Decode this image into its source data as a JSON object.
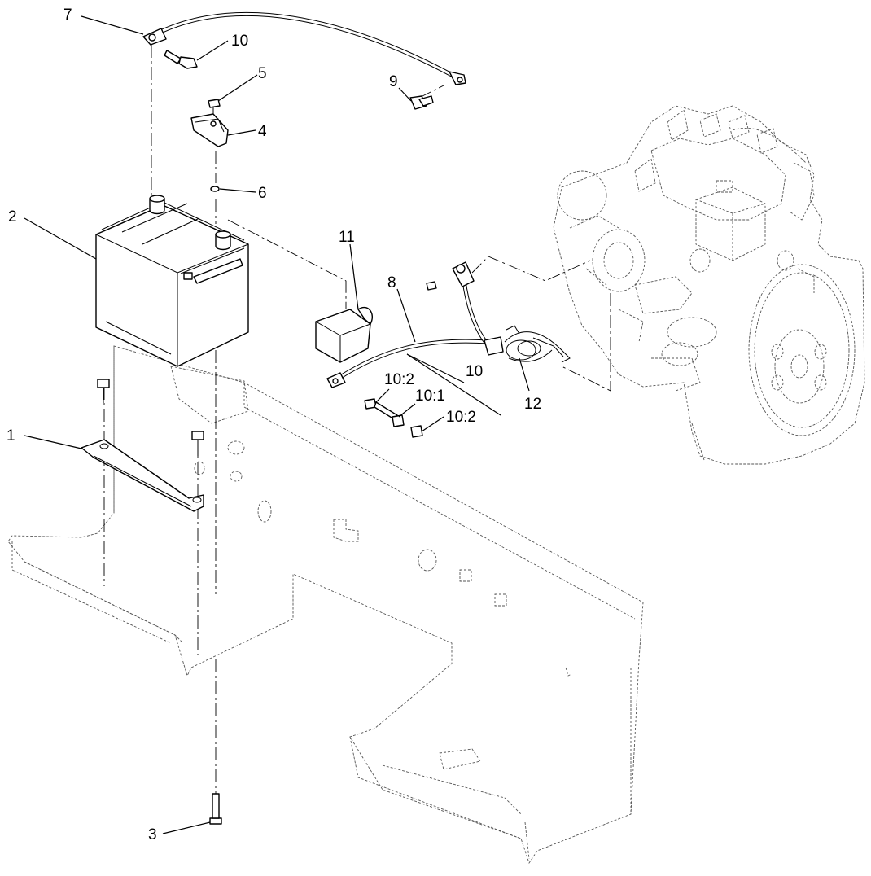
{
  "callouts": {
    "c1": "1",
    "c2": "2",
    "c3": "3",
    "c4": "4",
    "c5": "5",
    "c6": "6",
    "c7": "7",
    "c8": "8",
    "c9": "9",
    "c10_top": "10",
    "c10_mid": "10",
    "c10_2a": "10:2",
    "c10_1": "10:1",
    "c10_2b": "10:2",
    "c11": "11",
    "c12": "12"
  }
}
